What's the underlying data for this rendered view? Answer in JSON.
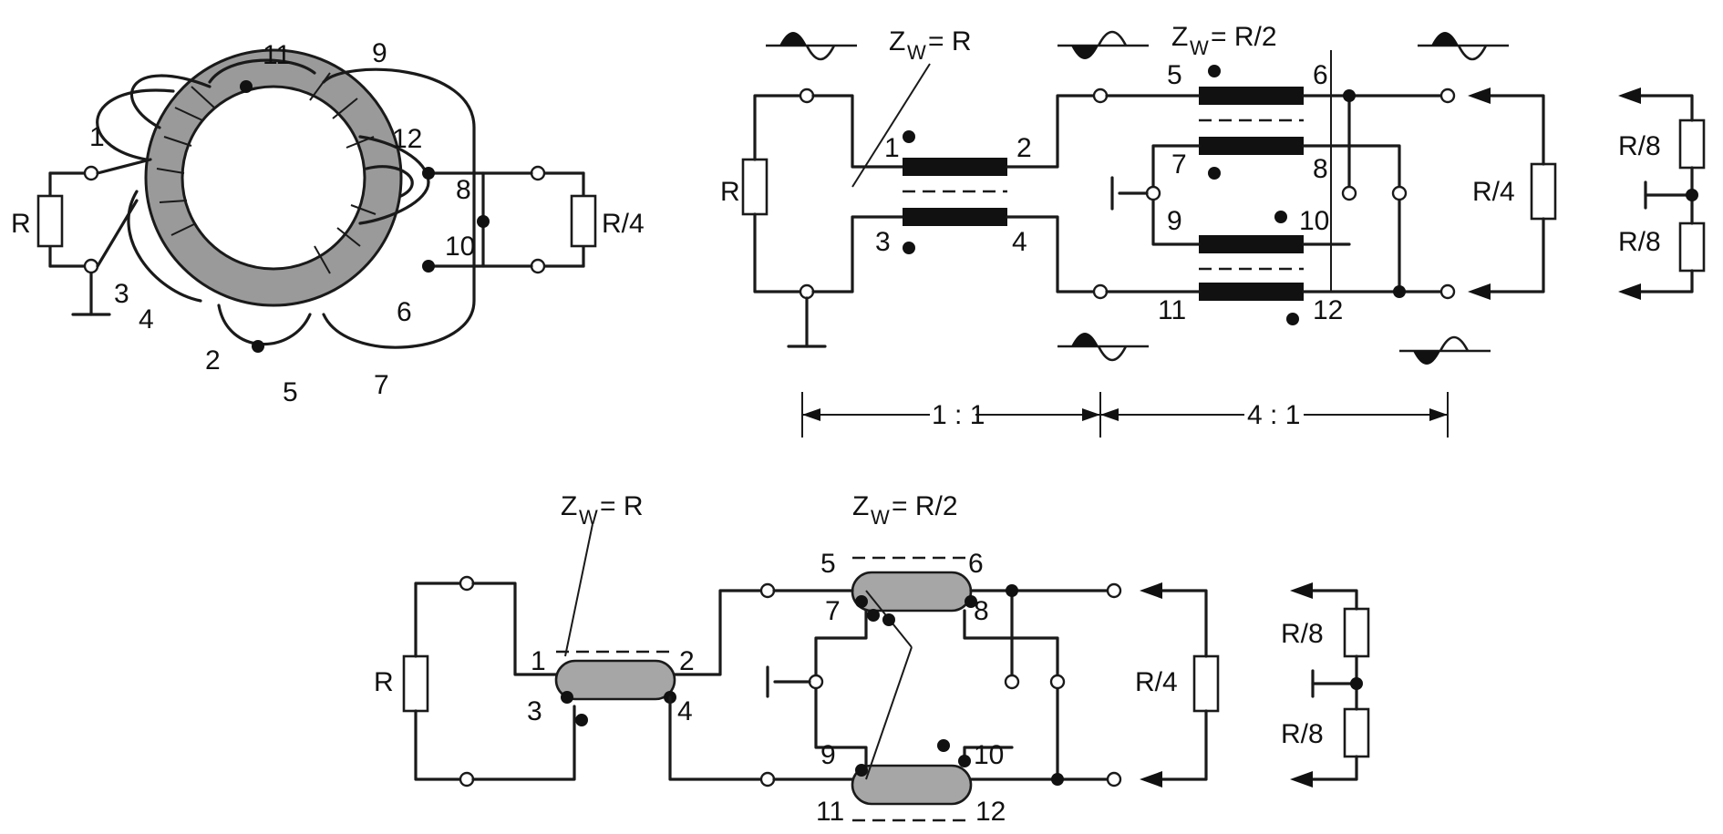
{
  "toroid": {
    "winding_numbers": [
      "1",
      "2",
      "3",
      "4",
      "5",
      "6",
      "7",
      "8",
      "9",
      "10",
      "11",
      "12"
    ],
    "left_resistor": "R",
    "right_resistor": "R/4"
  },
  "top_schematic": {
    "zw1": "Z",
    "zw1_sub": "W",
    "zw1_val": "= R",
    "zw2": "Z",
    "zw2_sub": "W",
    "zw2_val": "= R/2",
    "source_resistor": "R",
    "load_resistor": "R/4",
    "split_upper": "R/8",
    "split_lower": "R/8",
    "ratio_left": "1 : 1",
    "ratio_right": "4 : 1",
    "pins": [
      "1",
      "2",
      "3",
      "4",
      "5",
      "6",
      "7",
      "8",
      "9",
      "10",
      "11",
      "12"
    ]
  },
  "bottom_schematic": {
    "zw1": "Z",
    "zw1_sub": "W",
    "zw1_val": "= R",
    "zw2": "Z",
    "zw2_sub": "W",
    "zw2_val": "= R/2",
    "source_resistor": "R",
    "load_resistor": "R/4",
    "split_upper": "R/8",
    "split_lower": "R/8",
    "pins": [
      "1",
      "2",
      "3",
      "4",
      "5",
      "6",
      "7",
      "8",
      "9",
      "10",
      "11",
      "12"
    ]
  }
}
